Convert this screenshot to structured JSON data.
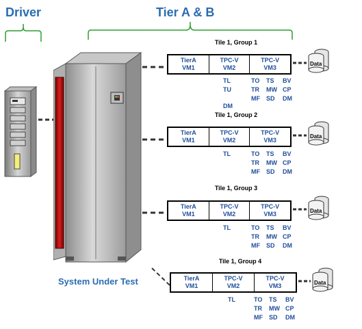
{
  "driver_label": "Driver",
  "tier_label": "Tier A & B",
  "sut_label": "System Under Test",
  "colors": {
    "heading": "#2b6cb0",
    "service": "#1f4e99",
    "brace": "#2e9e2e",
    "server_red": "#c51616"
  },
  "groups": [
    {
      "title": "Tile 1, Group 1",
      "vms": [
        {
          "name": "TierA",
          "id": "VM1"
        },
        {
          "name": "TPC-V",
          "id": "VM2"
        },
        {
          "name": "TPC-V",
          "id": "VM3"
        }
      ],
      "vm2_services": [
        "TL",
        "TU",
        "",
        "DM"
      ],
      "vm3_services": [
        "TO",
        "TS",
        "BV",
        "TR",
        "MW",
        "CP",
        "MF",
        "SD",
        "DM"
      ],
      "data_label": "Data"
    },
    {
      "title": "Tile 1, Group 2",
      "vms": [
        {
          "name": "TierA",
          "id": "VM1"
        },
        {
          "name": "TPC-V",
          "id": "VM2"
        },
        {
          "name": "TPC-V",
          "id": "VM3"
        }
      ],
      "vm2_services": [
        "TL"
      ],
      "vm3_services": [
        "TO",
        "TS",
        "BV",
        "TR",
        "MW",
        "CP",
        "MF",
        "SD",
        "DM"
      ],
      "data_label": "Data"
    },
    {
      "title": "Tile 1, Group 3",
      "vms": [
        {
          "name": "TierA",
          "id": "VM1"
        },
        {
          "name": "TPC-V",
          "id": "VM2"
        },
        {
          "name": "TPC-V",
          "id": "VM3"
        }
      ],
      "vm2_services": [
        "TL"
      ],
      "vm3_services": [
        "TO",
        "TS",
        "BV",
        "TR",
        "MW",
        "CP",
        "MF",
        "SD",
        "DM"
      ],
      "data_label": "Data"
    },
    {
      "title": "Tile 1, Group 4",
      "vms": [
        {
          "name": "TierA",
          "id": "VM1"
        },
        {
          "name": "TPC-V",
          "id": "VM2"
        },
        {
          "name": "TPC-V",
          "id": "VM3"
        }
      ],
      "vm2_services": [
        "TL"
      ],
      "vm3_services": [
        "TO",
        "TS",
        "BV",
        "TR",
        "MW",
        "CP",
        "MF",
        "SD",
        "DM"
      ],
      "data_label": "Data"
    }
  ]
}
